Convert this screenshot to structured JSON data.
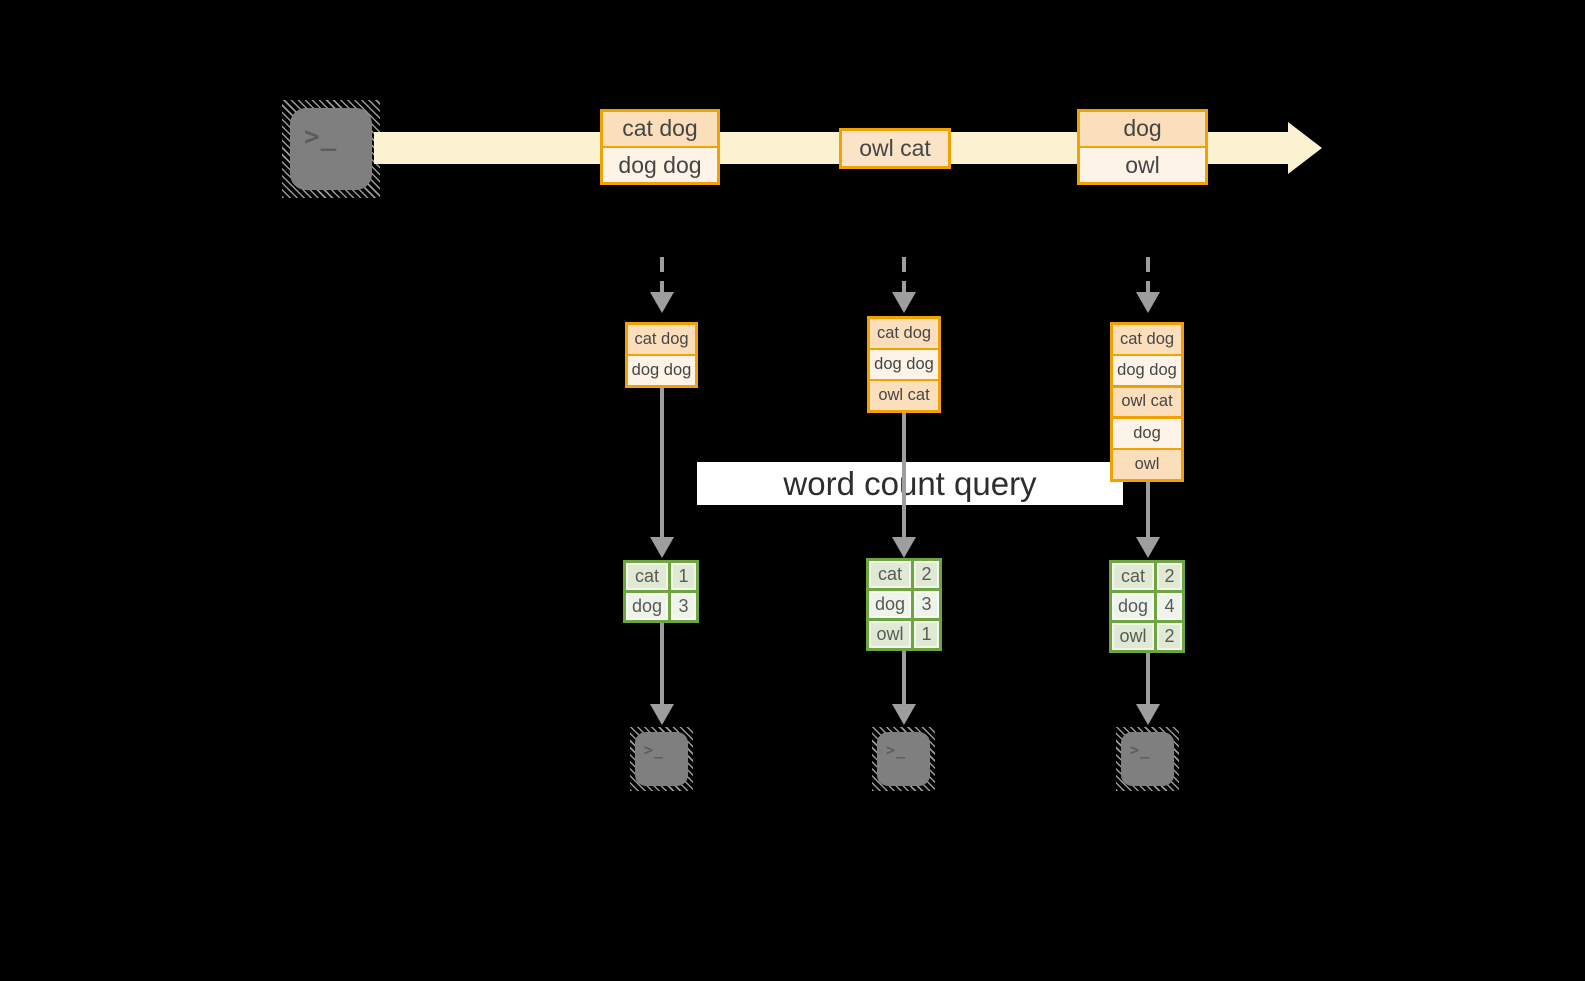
{
  "query": {
    "label": "word count query"
  },
  "icons": {
    "terminal_prompt": ">_"
  },
  "stream": {
    "events": [
      {
        "lines": [
          "cat dog",
          "dog dog"
        ]
      },
      {
        "lines": [
          "owl cat"
        ]
      },
      {
        "lines": [
          "dog",
          "owl"
        ]
      }
    ]
  },
  "pipelines": [
    {
      "state": [
        "cat dog",
        "dog dog"
      ],
      "counts": [
        {
          "word": "cat",
          "count": "1"
        },
        {
          "word": "dog",
          "count": "3"
        }
      ]
    },
    {
      "state": [
        "cat dog",
        "dog dog",
        "owl cat"
      ],
      "counts": [
        {
          "word": "cat",
          "count": "2"
        },
        {
          "word": "dog",
          "count": "3"
        },
        {
          "word": "owl",
          "count": "1"
        }
      ]
    },
    {
      "state": [
        "cat dog",
        "dog dog",
        "owl cat",
        "dog",
        "owl"
      ],
      "counts": [
        {
          "word": "cat",
          "count": "2"
        },
        {
          "word": "dog",
          "count": "4"
        },
        {
          "word": "owl",
          "count": "2"
        }
      ]
    }
  ],
  "colors": {
    "accent_orange": "#f0a202",
    "fill_peach": "#fbdfbc",
    "fill_cream": "#fdf3e6",
    "stream_yellow": "#faf2d0",
    "green_border": "#6fa53f",
    "green_cell_dark": "#dfe9d3",
    "green_cell_light": "#eef4e9",
    "arrow_gray": "#9e9e9e",
    "terminal_gray": "#7f7f7f",
    "query_bg": "#ffffff",
    "text_dark": "#454545"
  }
}
